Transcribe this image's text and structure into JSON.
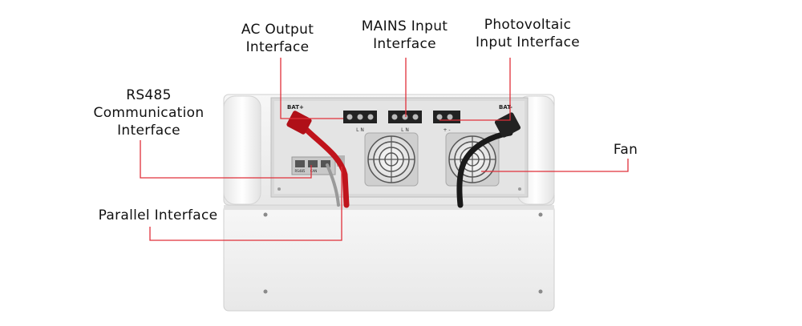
{
  "labels": {
    "ac_output": [
      "AC Output",
      "Interface"
    ],
    "mains_input": [
      "MAINS Input",
      "Interface"
    ],
    "photovoltaic": [
      "Photovoltaic",
      "Input Interface"
    ],
    "rs485": [
      "RS485",
      "Communication",
      "Interface"
    ],
    "fan": [
      "Fan"
    ],
    "parallel": [
      "Parallel Interface"
    ]
  },
  "device_markings": {
    "bat_plus": "BAT+",
    "bat_minus": "BAT-",
    "terminal_ln": "L N",
    "terminal_pm": "+ -",
    "port_rs485": "RS485",
    "port_can": "CAN"
  },
  "colors": {
    "leader_line": "#e0303a",
    "body": "#f2f2f2",
    "panel": "#dcdcdc",
    "cable_red": "#c0141c",
    "cable_black": "#1a1a1a"
  }
}
